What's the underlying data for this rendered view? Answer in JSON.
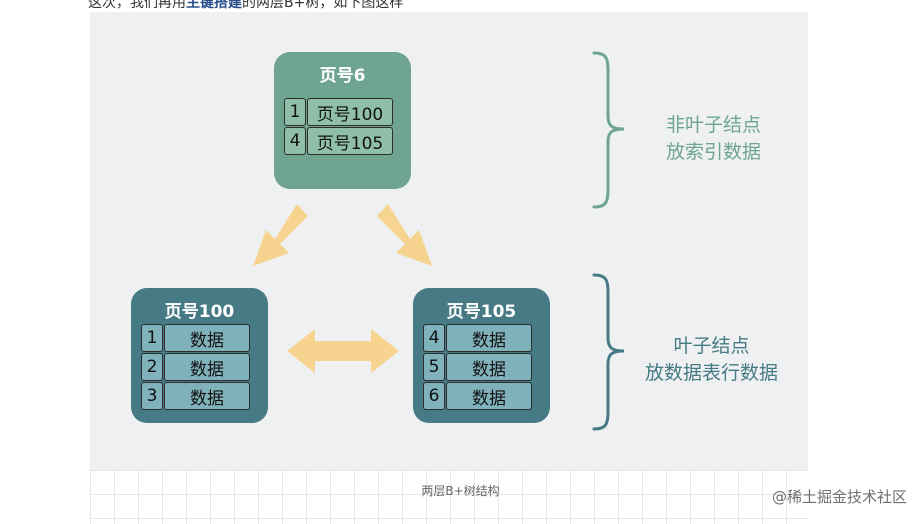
{
  "top_text": {
    "prefix": "这次，我们再用",
    "highlight": "主键搭建",
    "suffix": "的两层B+树，如下图这样"
  },
  "root_node": {
    "title": "页号6",
    "rows": [
      {
        "key": "1",
        "value": "页号100"
      },
      {
        "key": "4",
        "value": "页号105"
      }
    ]
  },
  "left_node": {
    "title": "页号100",
    "rows": [
      {
        "key": "1",
        "value": "数据"
      },
      {
        "key": "2",
        "value": "数据"
      },
      {
        "key": "3",
        "value": "数据"
      }
    ]
  },
  "right_node": {
    "title": "页号105",
    "rows": [
      {
        "key": "4",
        "value": "数据"
      },
      {
        "key": "5",
        "value": "数据"
      },
      {
        "key": "6",
        "value": "数据"
      }
    ]
  },
  "labels": {
    "nonleaf_line1": "非叶子结点",
    "nonleaf_line2": "放索引数据",
    "leaf_line1": "叶子结点",
    "leaf_line2": "放数据表行数据"
  },
  "caption": "两层B+树结构",
  "watermark": "@稀土掘金技术社区",
  "colors": {
    "nonleaf": "#6fa590",
    "leaf": "#467a84",
    "arrow": "#f6d48f",
    "panel": "#eef0f1"
  }
}
